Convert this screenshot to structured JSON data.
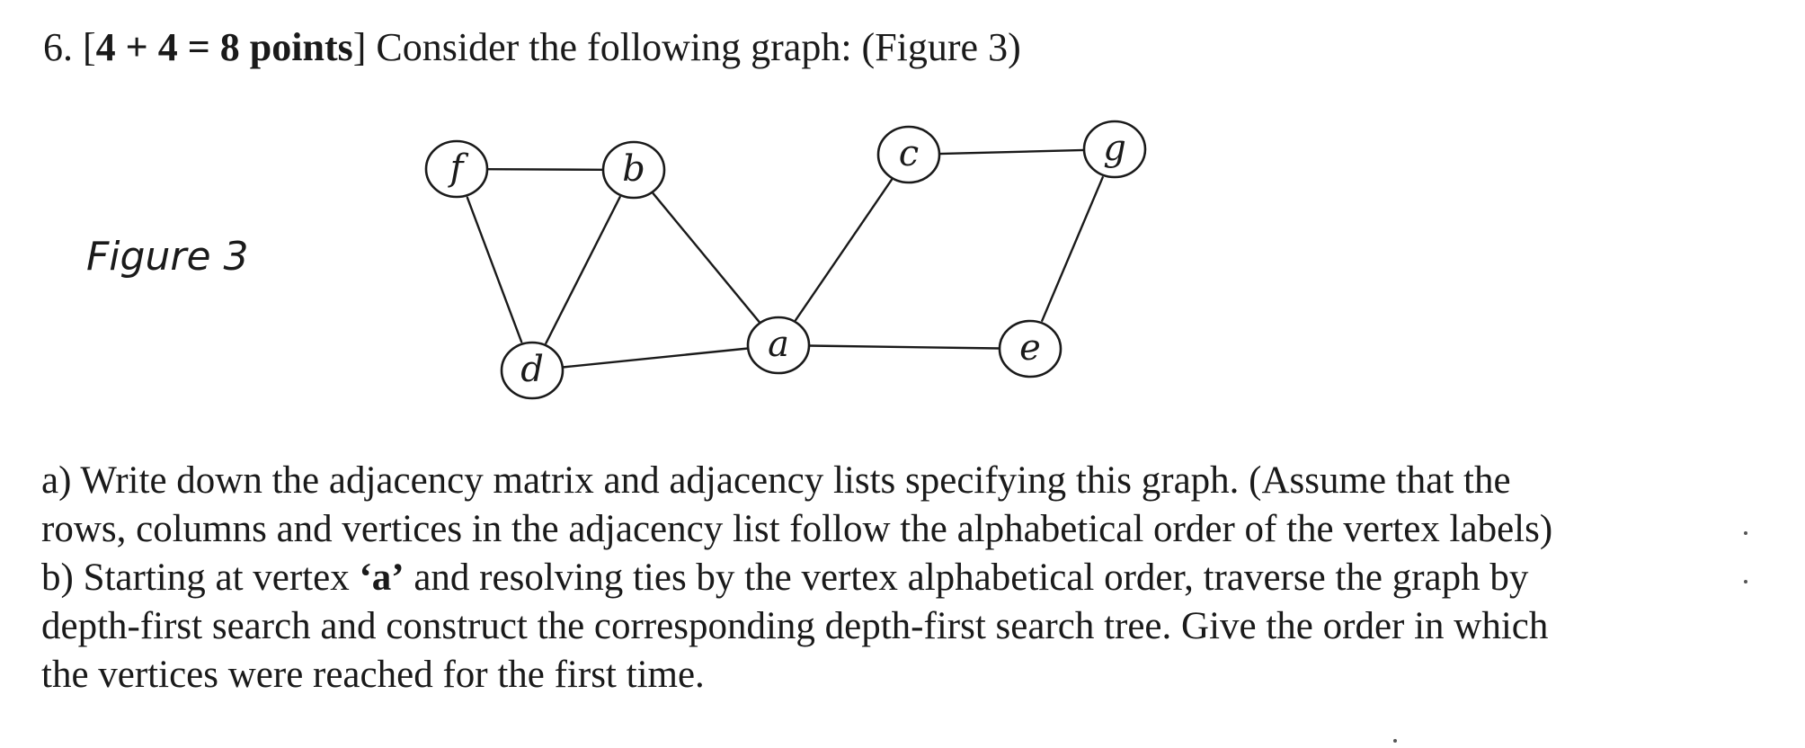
{
  "question": {
    "number": "6.",
    "points_open": "[",
    "points": "4 + 4 = 8 points",
    "points_close": "]",
    "prompt": "Consider the following graph: (Figure 3)"
  },
  "figure": {
    "caption": "Figure 3",
    "nodes": [
      {
        "id": "f",
        "label": "f"
      },
      {
        "id": "b",
        "label": "b"
      },
      {
        "id": "c",
        "label": "c"
      },
      {
        "id": "g",
        "label": "g"
      },
      {
        "id": "d",
        "label": "d"
      },
      {
        "id": "a",
        "label": "a"
      },
      {
        "id": "e",
        "label": "e"
      }
    ],
    "edges": [
      [
        "f",
        "b"
      ],
      [
        "f",
        "d"
      ],
      [
        "b",
        "d"
      ],
      [
        "b",
        "a"
      ],
      [
        "c",
        "a"
      ],
      [
        "c",
        "g"
      ],
      [
        "g",
        "e"
      ],
      [
        "d",
        "a"
      ],
      [
        "a",
        "e"
      ]
    ]
  },
  "parts": {
    "a_line1": "a) Write down the adjacency matrix and adjacency lists specifying this graph. (Assume that the",
    "a_line2": "rows, columns and vertices in the adjacency list follow the alphabetical order of the vertex labels)",
    "b_line1_pre": "b) Starting at vertex ",
    "b_line1_vertex": "‘a’",
    "b_line1_post": " and resolving ties by the vertex alphabetical order, traverse the graph by",
    "b_line2": "depth-first search and construct the corresponding depth-first search tree. Give the order in which",
    "b_line3": "the vertices were reached for the first time."
  }
}
